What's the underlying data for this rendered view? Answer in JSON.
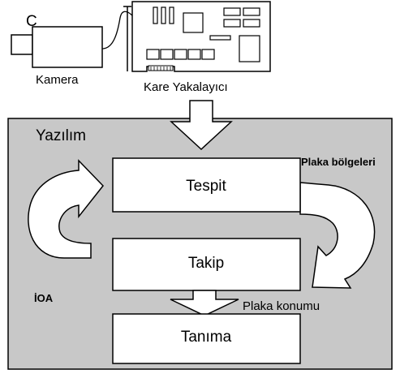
{
  "hardware": {
    "camera_letter": "C",
    "camera_label": "Kamera",
    "grabber_label": "Kare Yakalayıcı"
  },
  "software": {
    "title": "Yazılım",
    "detect_label": "Tespit",
    "track_label": "Takip",
    "recognize_label": "Tanıma",
    "roi_label": "İOA",
    "plate_regions_label": "Plaka bölgeleri",
    "plate_position_label": "Plaka konumu"
  },
  "colors": {
    "panel_fill": "#c8c8c8",
    "stroke": "#000000",
    "box_fill": "#ffffff"
  }
}
